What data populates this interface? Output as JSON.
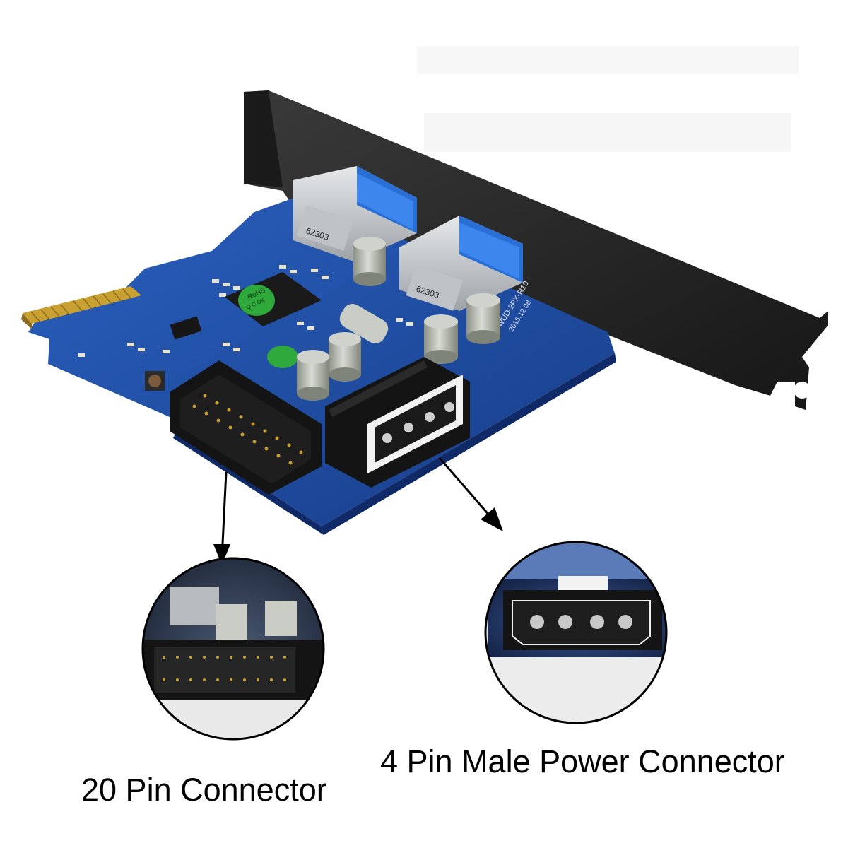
{
  "captions": {
    "twenty_pin": "20 Pin Connector",
    "four_pin": "4 Pin Male Power Connector"
  },
  "board_markings": {
    "usb_port_1": "62303",
    "usb_port_2": "62303",
    "chip_line_1": "RoHS",
    "chip_line_2": "Q.C.OK",
    "model_line": "PWUD-2PX-R10",
    "date_line": "2015.12.08"
  },
  "colors": {
    "pcb": "#1f4fa8",
    "pcb_dark": "#173c86",
    "bracket": "#2a2a2a",
    "connector": "#141414",
    "gold": "#c9a032",
    "capacitor": "#b9bdb3",
    "background": "#ffffff"
  },
  "icons": {
    "arrow_left": "arrow-down-icon",
    "arrow_right": "arrow-down-right-icon"
  }
}
